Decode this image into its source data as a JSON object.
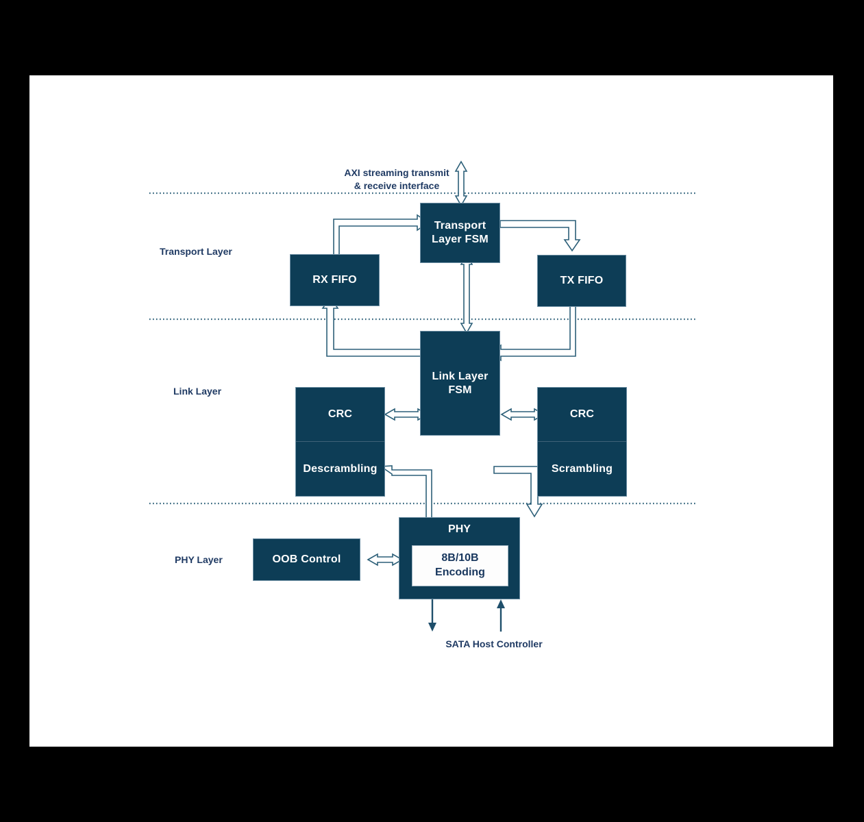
{
  "diagram": {
    "title": "SATA Host Controller layered block diagram",
    "colors": {
      "box_fill": "#0d3d56",
      "box_border": "#6c8ea3",
      "box_text": "#ffffff",
      "label_text": "#1f3a63",
      "arrow_stroke": "#2c5f78",
      "inner_fill": "#fdfdfd",
      "canvas": "#ffffff",
      "backdrop": "#000000"
    },
    "layers": [
      {
        "id": "transport",
        "label": "Transport Layer"
      },
      {
        "id": "link",
        "label": "Link Layer"
      },
      {
        "id": "phy",
        "label": "PHY Layer"
      }
    ],
    "blocks": [
      {
        "id": "transport-fsm",
        "label": "Transport\nLayer FSM",
        "line1": "Transport",
        "line2": "Layer FSM"
      },
      {
        "id": "rx-fifo",
        "label": "RX FIFO"
      },
      {
        "id": "tx-fifo",
        "label": "TX FIFO"
      },
      {
        "id": "link-fsm",
        "label": "Link Layer\nFSM",
        "line1": "Link Layer",
        "line2": "FSM"
      },
      {
        "id": "crc-rx",
        "label": "CRC"
      },
      {
        "id": "descrambling",
        "label": "Descrambling"
      },
      {
        "id": "crc-tx",
        "label": "CRC"
      },
      {
        "id": "scrambling",
        "label": "Scrambling"
      },
      {
        "id": "oob-control",
        "label": "OOB Control"
      },
      {
        "id": "phy",
        "label": "PHY"
      },
      {
        "id": "encoding",
        "label": "8B/10B\nEncoding",
        "line1": "8B/10B",
        "line2": "Encoding"
      }
    ],
    "annotations": {
      "axi_line1": "AXI streaming transmit",
      "axi_line2": "& receive interface",
      "sata": "SATA Host Controller"
    }
  }
}
